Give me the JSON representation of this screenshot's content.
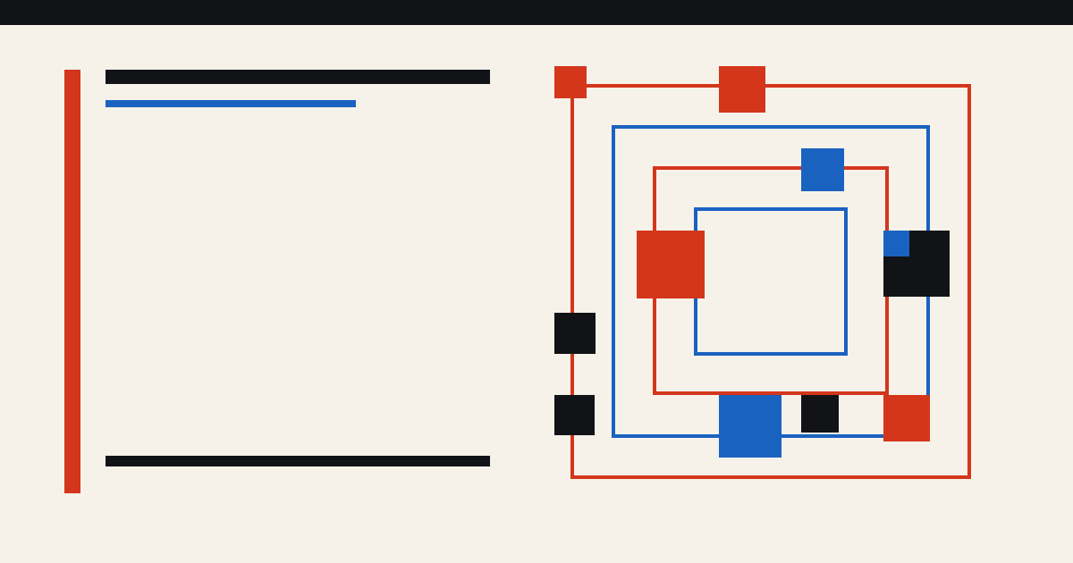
{
  "colors": {
    "background": "#f6f2ea",
    "ink": "#121316",
    "red": "#d4361c",
    "blue": "#1a62c0"
  },
  "top_bar": {
    "color": "ink"
  },
  "left_panel": {
    "accent_rule": {
      "color": "red"
    },
    "title_bar": {
      "color": "ink"
    },
    "subtitle_bar": {
      "color": "blue"
    },
    "footer_bar": {
      "color": "ink"
    }
  },
  "artwork": {
    "frames": [
      {
        "name": "outer-red-frame",
        "color": "red"
      },
      {
        "name": "blue-frame",
        "color": "blue"
      },
      {
        "name": "inner-red-frame",
        "color": "red"
      },
      {
        "name": "inner-blue-frame",
        "color": "blue"
      }
    ],
    "blocks": [
      {
        "name": "red-block-top-left",
        "color": "red"
      },
      {
        "name": "red-block-top-center",
        "color": "red"
      },
      {
        "name": "blue-block-upper",
        "color": "blue"
      },
      {
        "name": "red-block-center-left",
        "color": "red"
      },
      {
        "name": "black-block-right",
        "color": "ink"
      },
      {
        "name": "blue-block-right-notch",
        "color": "blue"
      },
      {
        "name": "black-block-left-middle",
        "color": "ink"
      },
      {
        "name": "black-block-left-lower",
        "color": "ink"
      },
      {
        "name": "blue-block-bottom",
        "color": "blue"
      },
      {
        "name": "black-block-bottom-right",
        "color": "ink"
      },
      {
        "name": "red-block-bottom-right",
        "color": "red"
      }
    ]
  }
}
